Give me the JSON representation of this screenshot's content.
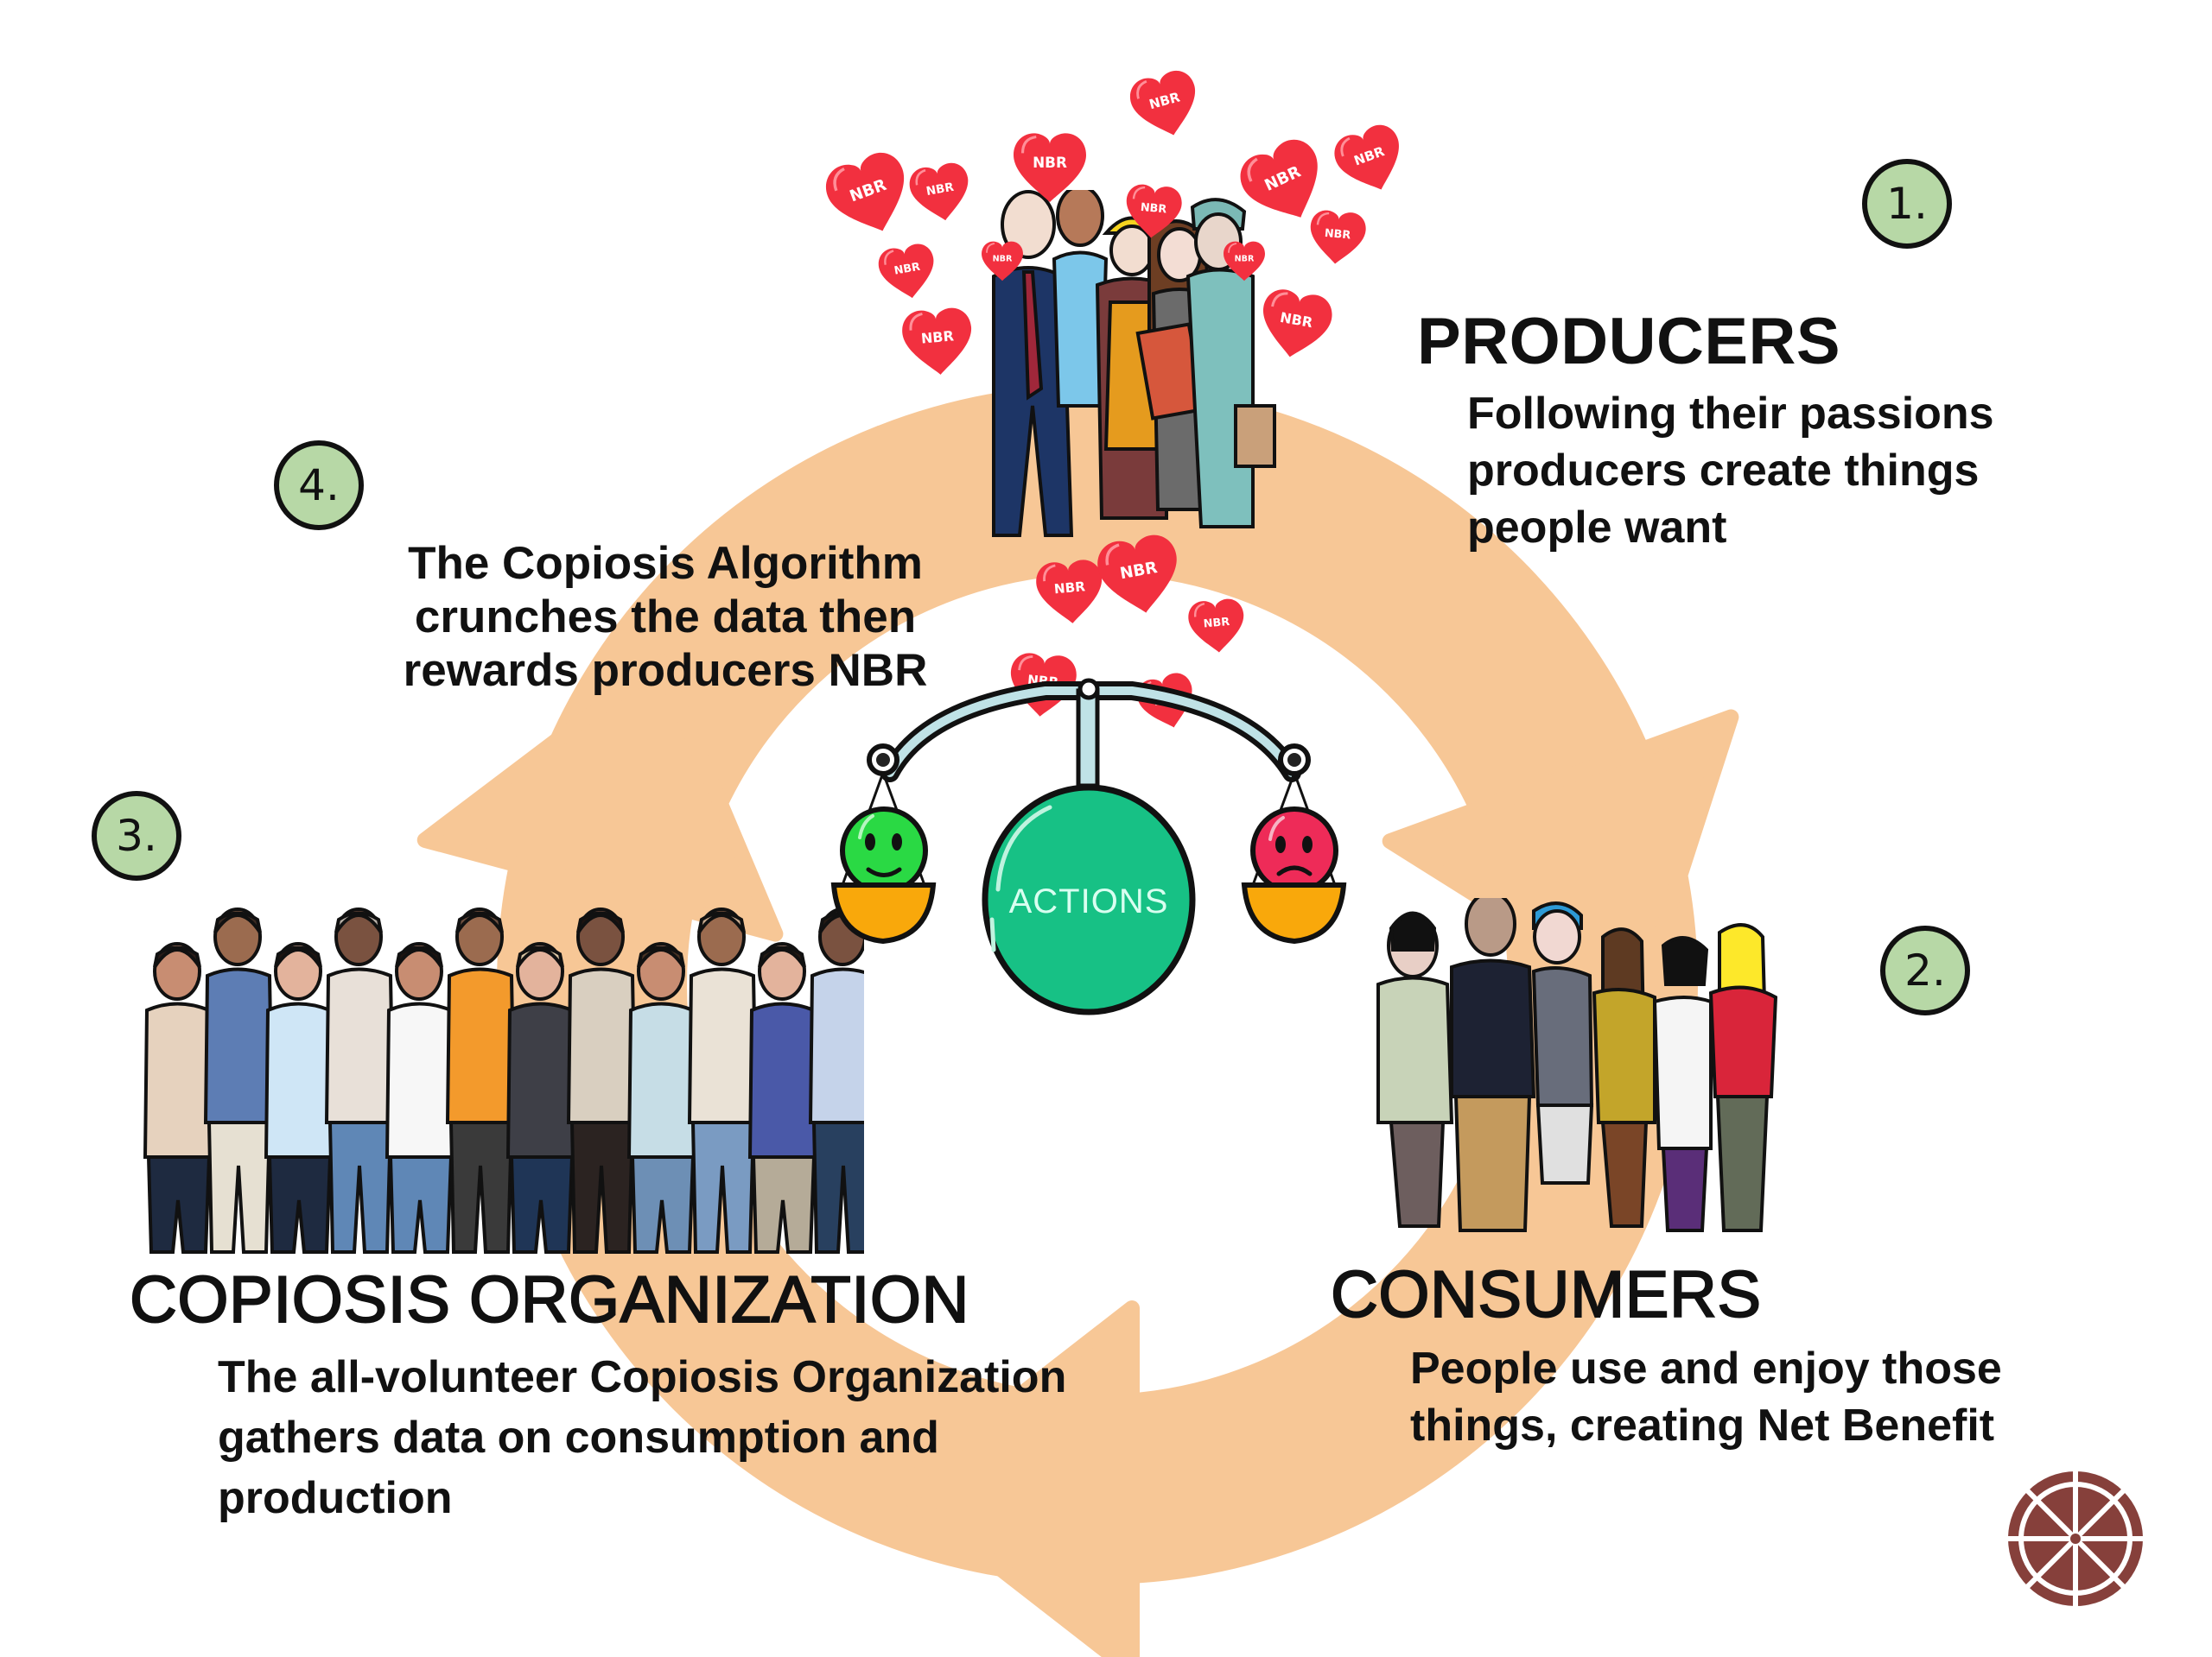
{
  "colors": {
    "ring": "#f7c796",
    "badge_fill": "#b7d8a6",
    "heart": "#f2303f",
    "actions_ball": "#17c185",
    "happy_face": "#2ad944",
    "sad_face": "#ee2b58",
    "pan": "#f9a80b",
    "logo": "#86403b"
  },
  "stages": [
    {
      "number": "1.",
      "title": "PRODUCERS",
      "description": [
        "Following their passions",
        "producers create things",
        "people want"
      ]
    },
    {
      "number": "2.",
      "title": "CONSUMERS",
      "description": [
        "People use and enjoy those",
        "things, creating Net Benefit"
      ]
    },
    {
      "number": "3.",
      "title": "COPIOSIS ORGANIZATION",
      "description": [
        "The all-volunteer Copiosis Organization",
        "gathers data on consumption and",
        "production"
      ]
    },
    {
      "number": "4.",
      "title": "",
      "description": [
        "The Copiosis Algorithm",
        "crunches the data then",
        "rewards producers NBR"
      ]
    }
  ],
  "scale": {
    "center_label": "ACTIONS",
    "left_face": "happy-face",
    "right_face": "sad-face"
  },
  "hearts": {
    "label": "NBR",
    "count": 18
  },
  "logo": {
    "icon": "wheel-logo-icon"
  }
}
